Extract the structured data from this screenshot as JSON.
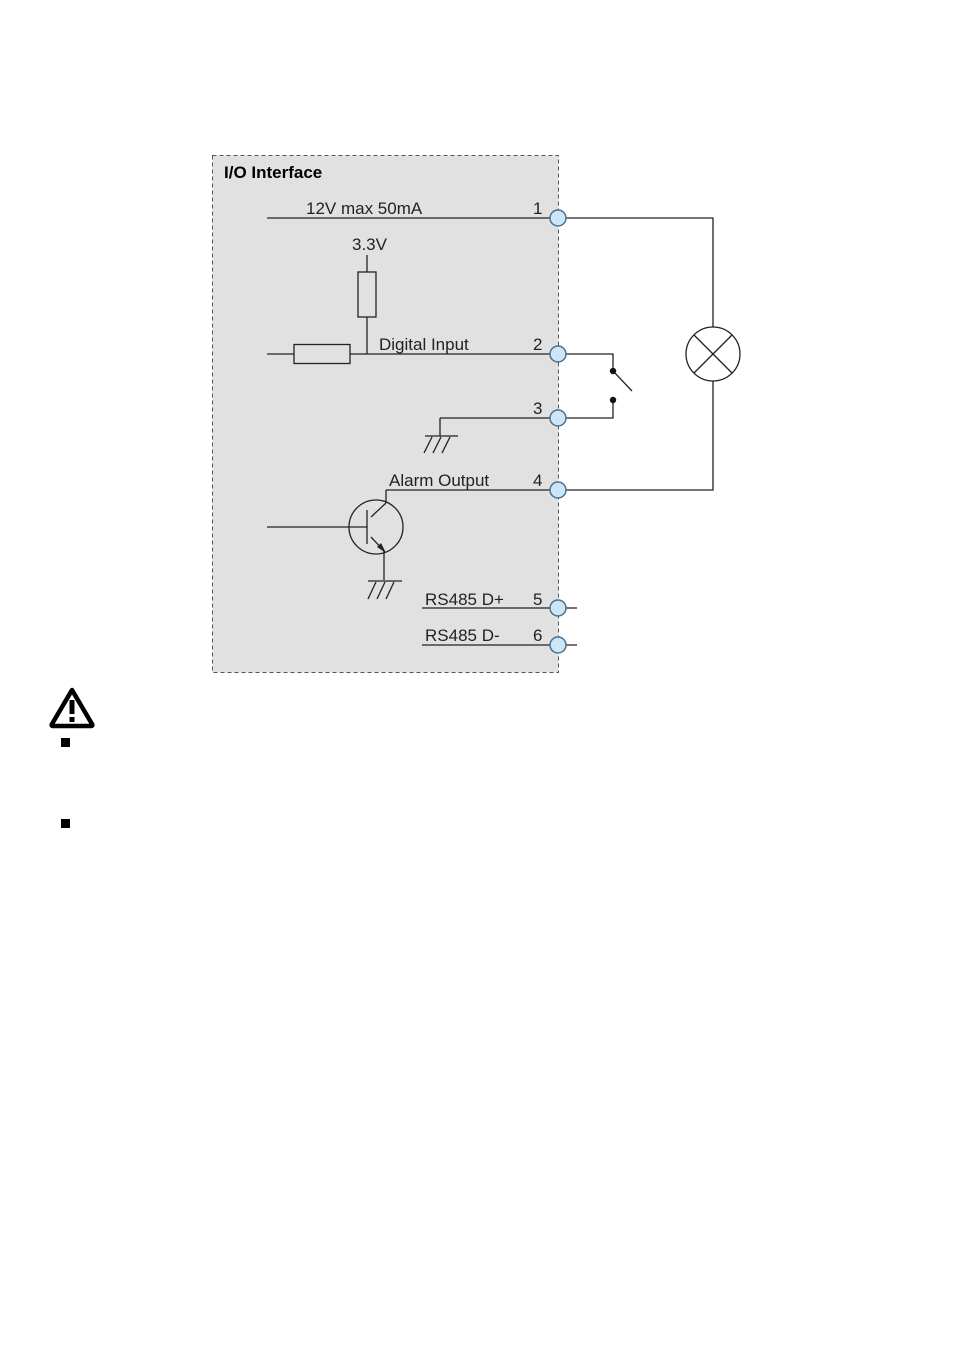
{
  "diagram": {
    "title": "I/O Interface",
    "labels": {
      "power": "12V max 50mA",
      "pullup_voltage": "3.3V",
      "digital_input": "Digital Input",
      "alarm_output": "Alarm Output",
      "rs485_dplus": "RS485 D+",
      "rs485_dminus": "RS485 D-"
    },
    "pins": [
      "1",
      "2",
      "3",
      "4",
      "5",
      "6"
    ],
    "colors": {
      "box_fill": "#e1e1e1",
      "box_border": "#555555",
      "terminal_fill": "#cce6f7",
      "terminal_stroke": "#4a6f8f",
      "wire": "#222222"
    }
  },
  "notes": {
    "icon": "warning-triangle-icon",
    "bullet_icon": "square-bullet-icon"
  }
}
